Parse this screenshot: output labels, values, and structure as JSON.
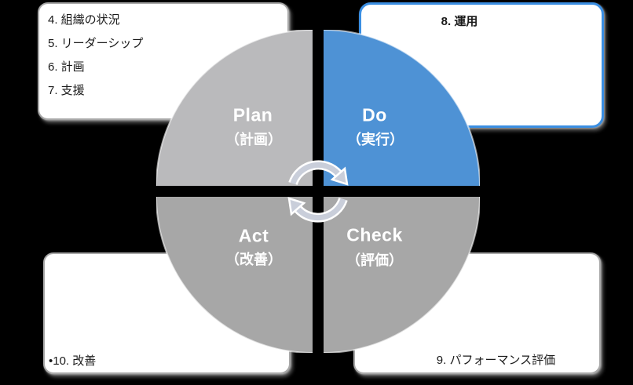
{
  "canvas": {
    "background_color": "#000000"
  },
  "clause_boxes": {
    "plan_clauses": {
      "items": [
        "4. 組織の状況",
        "5. リーダーシップ",
        "6. 計画",
        "7. 支援"
      ],
      "border_color": "#A8A8A8"
    },
    "do_clause": {
      "label": "8. 運用",
      "border_color": "#3A8EE2"
    },
    "act_clause": {
      "label": "•10. 改善",
      "border_color": "#A8A8A8"
    },
    "check_clause": {
      "label": "9. パフォーマンス評価",
      "border_color": "#A8A8A8"
    }
  },
  "pdca_cycle": {
    "quadrants": {
      "plan": {
        "en": "Plan",
        "ja": "（計画）",
        "fill_color": "#BABABC"
      },
      "do": {
        "en": "Do",
        "ja": "（実行）",
        "fill_color": "#4E92D5"
      },
      "act": {
        "en": "Act",
        "ja": "（改善）",
        "fill_color": "#A7A7A7"
      },
      "check": {
        "en": "Check",
        "ja": "（評価）",
        "fill_color": "#A7A7A7"
      }
    },
    "label_text_color": "#FFFFFF",
    "arc_outline_color": "#FFFFFF",
    "center_icon": {
      "name": "cycle-arrows-icon",
      "body_color": "#C9CEDA",
      "outline_color": "#FFFFFF"
    }
  }
}
